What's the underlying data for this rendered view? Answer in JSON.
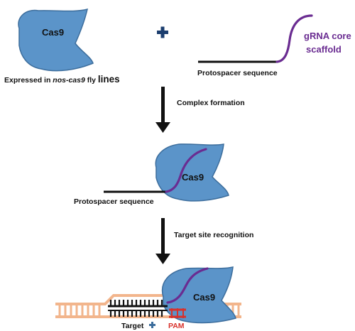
{
  "panel1": {
    "cas9_label": "Cas9",
    "caption_prefix": "Expressed in ",
    "caption_italic": "nos-cas9",
    "caption_mid": " fly ",
    "caption_big": "lines",
    "grna_label_line1": "gRNA core",
    "grna_label_line2": "scaffold",
    "protospacer_label": "Protospacer sequence"
  },
  "step1": {
    "label": "Complex formation"
  },
  "panel2": {
    "cas9_label": "Cas9",
    "protospacer_label": "Protospacer sequence"
  },
  "step2": {
    "label": "Target site recognition"
  },
  "panel3": {
    "cas9_label": "Cas9",
    "target_label": "Target",
    "pam_label": "PAM"
  },
  "colors": {
    "cas9_fill": "#5b94c9",
    "cas9_stroke": "#3c6d9c",
    "grna": "#6a2c91",
    "pam": "#d8312b",
    "dna_outer": "#f2b58c",
    "dna_bars": "#111111",
    "plus": "#1b3d6e"
  }
}
